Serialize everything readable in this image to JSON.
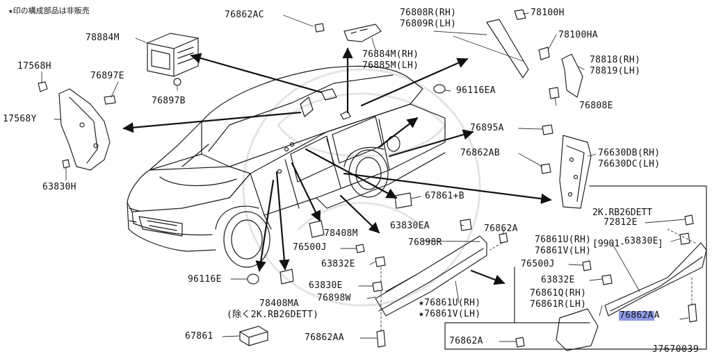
{
  "header_note": "★印の構成部品は非販売",
  "figure_id": "J7670039",
  "highlight_color": "#8f9be6",
  "callout": {
    "line1": "2K.RB26DETT",
    "line2": "[9901-      ]"
  },
  "labels": {
    "p76862AC": "76862AC",
    "p78100H": "78100H",
    "p76808R": "76808R(RH)",
    "p76809R": "76809R(LH)",
    "p78100HA": "78100HA",
    "p78884M": "78884M",
    "p76884M": "76884M(RH)",
    "p76885M": "76885M(LH)",
    "p78818": "78818(RH)",
    "p78819": "78819(LH)",
    "p17568H": "17568H",
    "p76897E": "76897E",
    "p96116EA": "96116EA",
    "p76897B": "76897B",
    "p76808E": "76808E",
    "p17568Y": "17568Y",
    "p76895A": "76895A",
    "p76862AB": "76862AB",
    "p76630DB": "76630DB(RH)",
    "p76630DC": "76630DC(LH)",
    "p63830H": "63830H",
    "p67861B": "67861+B",
    "p72812E": "72812E",
    "p76862A_top": "76862A",
    "p63830EA": "63830EA",
    "p78408M": "78408M",
    "p76500J_a": "76500J",
    "p76898R": "76898R",
    "p63832E_a": "63832E",
    "p76861U_r": "76861U(RH)",
    "p76861V_r": "76861V(LH)",
    "p63830E_r": "63830E",
    "p76500J_b": "76500J",
    "p96116E": "96116E",
    "p63830E_a": "63830E",
    "p63832E_b": "63832E",
    "p76898W": "76898W",
    "p76861U_star": "★76861U(RH)",
    "p76861V_star": "★76861V(LH)",
    "p78408MA": "78408MA",
    "p76861Q": "76861Q(RH)",
    "p76861R": "76861R(LH)",
    "p76862A_hl": "76862A",
    "p76862A_hl_suffix": "A",
    "p_excl": "(除く2K.RB26DETT)",
    "p67861": "67861",
    "p76862AA": "76862AA",
    "p76862A_bot": "76862A"
  }
}
